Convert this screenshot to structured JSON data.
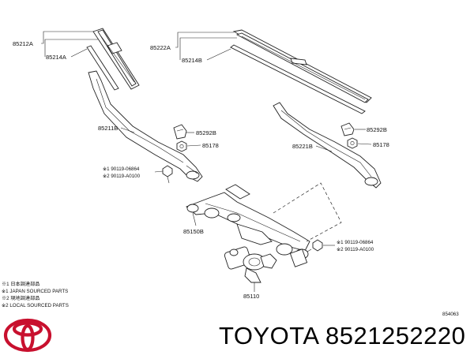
{
  "diagram": {
    "callouts": {
      "p85212A": "85212A",
      "p85214A": "85214A",
      "p85222A": "85222A",
      "p85214B": "85214B",
      "p85211B": "85211B",
      "p85292B_left": "85292B",
      "p85178_left": "85178",
      "p85292B_right": "85292B",
      "p85178_right": "85178",
      "p85221B": "85221B",
      "p85150B": "85150B",
      "p85110": "85110",
      "screw1_left": "※1 90119-06864",
      "screw2_left": "※2 90119-A0100",
      "screw1_right": "※1 90119-06864",
      "screw2_right": "※2 90119-A0100"
    },
    "notes": [
      "※1 日本調達部品",
      "※1 JAPAN SOURCED PARTS",
      "※2 現地調達部品",
      "※2 LOCAL SOURCED PARTS"
    ],
    "figure_id": "854063"
  },
  "caption": {
    "text": "TOYOTA 8521252220"
  },
  "brand": {
    "logo_icon": "toyota-logo-icon",
    "logo_color": "#c8102e"
  }
}
